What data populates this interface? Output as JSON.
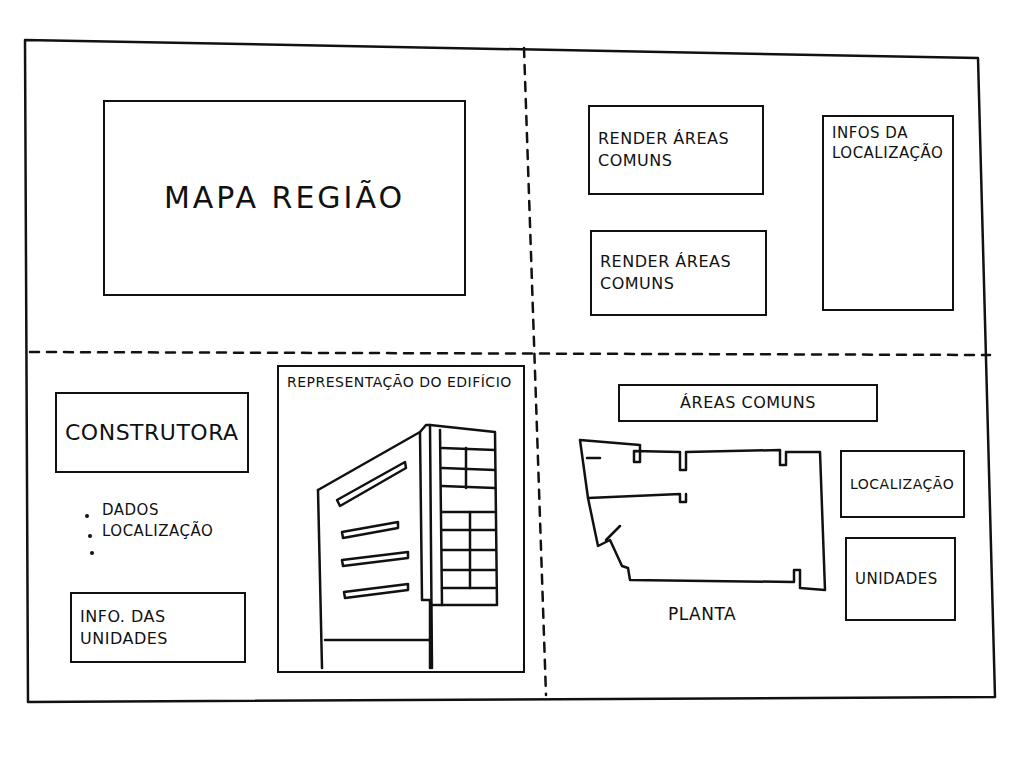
{
  "diagram": {
    "nodes": [
      {
        "text": [
          "MAPA REGIÃO"
        ]
      },
      {
        "text": [
          "RENDER ÁREAS COMUNS"
        ]
      },
      {
        "text": [
          "RENDER ÁREAS COMUNS"
        ]
      },
      {
        "text": [
          "INFOS DA LOCALIZAÇÃO"
        ]
      },
      {
        "text": [
          "CONSTRUTORA"
        ]
      },
      {
        "text": [
          "INFO. DAS UNIDADES"
        ]
      },
      {
        "text": [
          "REPRESENTAÇÃO DO EDIFÍCIO"
        ]
      },
      {
        "text": [
          "ÁREAS COMUNS"
        ]
      },
      {
        "text": [
          "LOCALIZAÇÃO"
        ]
      },
      {
        "text": [
          "UNIDADES"
        ]
      }
    ],
    "labels": [
      "DADOS LOCALIZAÇÃO",
      "PLANTA"
    ]
  }
}
